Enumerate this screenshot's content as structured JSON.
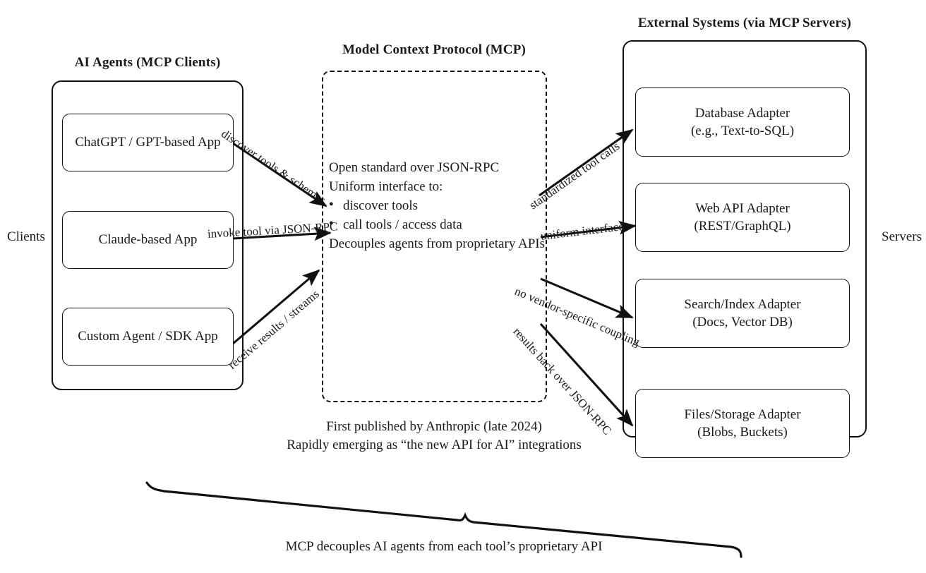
{
  "diagram": {
    "title_clients": "AI Agents (MCP Clients)",
    "title_protocol": "Model Context Protocol (MCP)",
    "title_servers": "External Systems (via MCP Servers)",
    "side_left": "Clients",
    "side_right": "Servers"
  },
  "clients": {
    "nodes": [
      {
        "line1": "ChatGPT / GPT-based App",
        "line2": ""
      },
      {
        "line1": "Claude-based App",
        "line2": ""
      },
      {
        "line1": "Custom Agent / SDK App",
        "line2": ""
      }
    ]
  },
  "protocol": {
    "lines": [
      {
        "text": "Open standard over JSON-RPC",
        "bullet": false
      },
      {
        "text": "Uniform interface to:",
        "bullet": false
      },
      {
        "text": "discover tools",
        "bullet": true
      },
      {
        "text": "call tools / access data",
        "bullet": true
      },
      {
        "text": "Decouples agents from proprietary APIs",
        "bullet": false
      }
    ],
    "footnote_line1": "First published by Anthropic (late 2024)",
    "footnote_line2": "Rapidly emerging as “the new API for AI” integrations"
  },
  "servers": {
    "nodes": [
      {
        "line1": "Database Adapter",
        "line2": "(e.g., Text-to-SQL)"
      },
      {
        "line1": "Web API Adapter",
        "line2": "(REST/GraphQL)"
      },
      {
        "line1": "Search/Index Adapter",
        "line2": "(Docs, Vector DB)"
      },
      {
        "line1": "Files/Storage Adapter",
        "line2": "(Blobs, Buckets)"
      }
    ]
  },
  "edges": {
    "left": [
      {
        "label": "discover tools & schemas"
      },
      {
        "label": "invoke tool via JSON-RPC"
      },
      {
        "label": "receive results / streams"
      }
    ],
    "right": [
      {
        "label": "standardized tool calls"
      },
      {
        "label": "uniform interface"
      },
      {
        "label": "no vendor-specific coupling"
      },
      {
        "label": "results back over JSON-RPC"
      }
    ]
  },
  "summary": {
    "brace_caption": "MCP decouples AI agents from each tool’s proprietary API"
  },
  "colors": {
    "stroke": "#111111",
    "background": "#ffffff"
  }
}
